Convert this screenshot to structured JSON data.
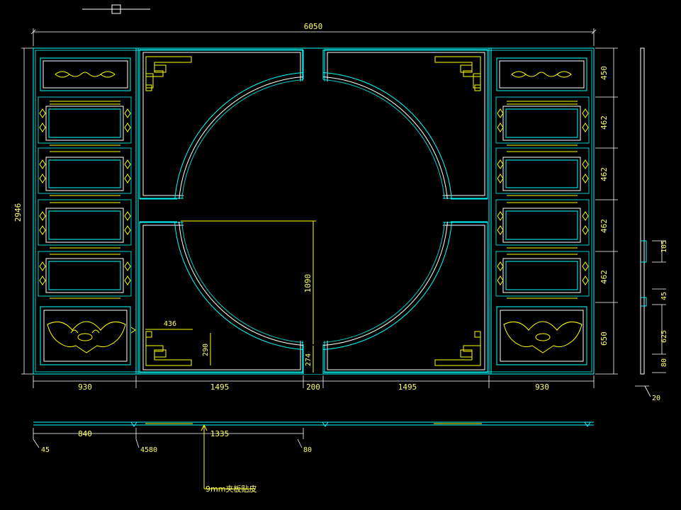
{
  "drawing": {
    "overall_width": "6050",
    "overall_height": "2946",
    "bottom_dims": [
      "930",
      "1495",
      "200",
      "1495",
      "930"
    ],
    "right_dims": [
      "450",
      "462",
      "462",
      "462",
      "462",
      "650"
    ],
    "center_height": "1090",
    "center_bottom": "274",
    "detail_width": "436",
    "detail_height": "290",
    "side_dims": [
      "105",
      "45",
      "625",
      "80",
      "20"
    ],
    "section_dims": [
      "45",
      "840",
      "4580",
      "1335",
      "80"
    ],
    "note_label": "9mm夹板贴皮"
  },
  "colors": {
    "outline": "#00ffff",
    "trim": "#ffffff",
    "ornament": "#ffff00",
    "dimension_text": "#ffff66"
  }
}
